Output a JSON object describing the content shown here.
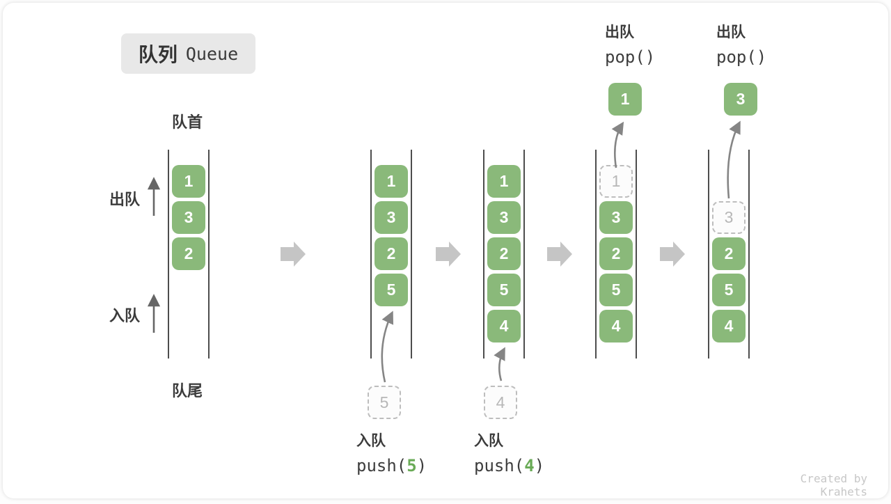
{
  "title": {
    "zh": "队列",
    "en": "Queue"
  },
  "side_labels": {
    "front": "队首",
    "rear": "队尾",
    "dequeue": "出队",
    "enqueue": "入队"
  },
  "states": [
    {
      "cells": [
        {
          "value": "1",
          "slot": 0,
          "kind": "filled"
        },
        {
          "value": "3",
          "slot": 1,
          "kind": "filled"
        },
        {
          "value": "2",
          "slot": 2,
          "kind": "filled"
        }
      ]
    },
    {
      "cells": [
        {
          "value": "1",
          "slot": 0,
          "kind": "filled"
        },
        {
          "value": "3",
          "slot": 1,
          "kind": "filled"
        },
        {
          "value": "2",
          "slot": 2,
          "kind": "filled"
        },
        {
          "value": "5",
          "slot": 3,
          "kind": "filled"
        }
      ],
      "incoming": {
        "value": "5"
      }
    },
    {
      "cells": [
        {
          "value": "1",
          "slot": 0,
          "kind": "filled"
        },
        {
          "value": "3",
          "slot": 1,
          "kind": "filled"
        },
        {
          "value": "2",
          "slot": 2,
          "kind": "filled"
        },
        {
          "value": "5",
          "slot": 3,
          "kind": "filled"
        },
        {
          "value": "4",
          "slot": 4,
          "kind": "filled"
        }
      ],
      "incoming": {
        "value": "4"
      }
    },
    {
      "cells": [
        {
          "value": "1",
          "slot": 0,
          "kind": "ghost"
        },
        {
          "value": "3",
          "slot": 1,
          "kind": "filled"
        },
        {
          "value": "2",
          "slot": 2,
          "kind": "filled"
        },
        {
          "value": "5",
          "slot": 3,
          "kind": "filled"
        },
        {
          "value": "4",
          "slot": 4,
          "kind": "filled"
        }
      ],
      "popped": {
        "value": "1"
      }
    },
    {
      "cells": [
        {
          "value": "3",
          "slot": 1,
          "kind": "ghost"
        },
        {
          "value": "2",
          "slot": 2,
          "kind": "filled"
        },
        {
          "value": "5",
          "slot": 3,
          "kind": "filled"
        },
        {
          "value": "4",
          "slot": 4,
          "kind": "filled"
        }
      ],
      "popped": {
        "value": "3"
      }
    }
  ],
  "annotations": {
    "push5": {
      "action": "入队",
      "code_pre": "push(",
      "arg": "5",
      "code_post": ")"
    },
    "push4": {
      "action": "入队",
      "code_pre": "push(",
      "arg": "4",
      "code_post": ")"
    },
    "pop1": {
      "action": "出队",
      "code": "pop()"
    },
    "pop2": {
      "action": "出队",
      "code": "pop()"
    }
  },
  "watermark": "Created by Krahets",
  "colors": {
    "cell_green": "#8ab97a",
    "code_arg_green": "#6aab57",
    "ghost_gray": "#bdbdbd",
    "line_dark": "#4d4d4d",
    "block_arrow_gray": "#c5c5c5",
    "thin_arrow_gray": "#858585",
    "badge_bg": "#e8e8e8",
    "text_dark": "#3c3c3c",
    "watermark_gray": "#c7c7c7"
  }
}
